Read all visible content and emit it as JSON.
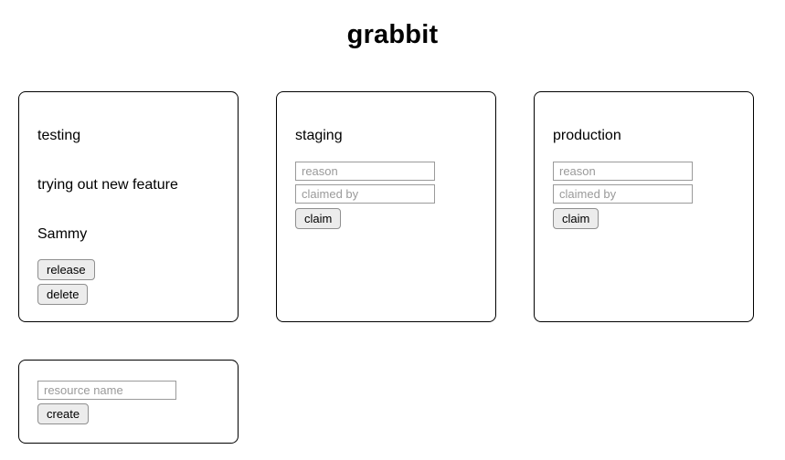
{
  "app": {
    "title": "grabbit"
  },
  "resources": [
    {
      "name": "testing",
      "state": "claimed",
      "reason": "trying out new feature",
      "claimed_by": "Sammy",
      "release_label": "release",
      "delete_label": "delete"
    },
    {
      "name": "staging",
      "state": "available",
      "reason_placeholder": "reason",
      "claimed_by_placeholder": "claimed by",
      "claim_label": "claim"
    },
    {
      "name": "production",
      "state": "available",
      "reason_placeholder": "reason",
      "claimed_by_placeholder": "claimed by",
      "claim_label": "claim"
    }
  ],
  "create_form": {
    "name_placeholder": "resource name",
    "create_label": "create"
  }
}
